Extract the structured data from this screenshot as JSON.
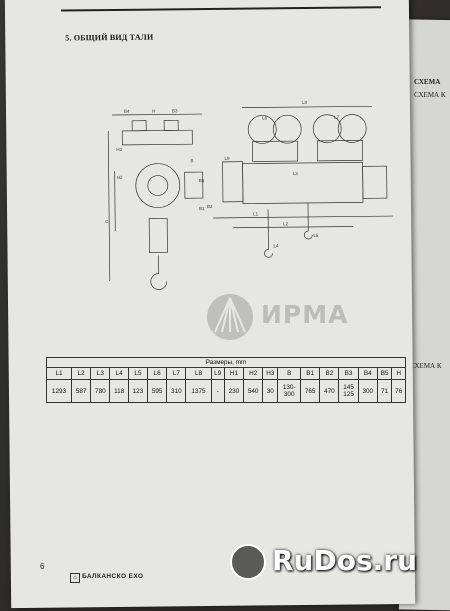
{
  "section": {
    "title": "5.  ОБЩИЙ ВИД ТАЛИ"
  },
  "drawing_labels": [
    "B4",
    "B3",
    "H",
    "B",
    "L8",
    "L6",
    "L7",
    "L9",
    "L3",
    "L1",
    "L2",
    "L5",
    "L4",
    "H3",
    "H2",
    "C",
    "B1",
    "B2",
    "B5"
  ],
  "logo": {
    "text": "ИРМА"
  },
  "table": {
    "caption": "Размеры, mm",
    "headers": [
      "L1",
      "L2",
      "L3",
      "L4",
      "L5",
      "L6",
      "L7",
      "L8",
      "L9",
      "H1",
      "H2",
      "H3",
      "B",
      "B1",
      "B2",
      "B3",
      "B4",
      "B5",
      "H"
    ],
    "values": [
      "1293",
      "587",
      "780",
      "118",
      "123",
      "595",
      "310",
      "1375",
      "-",
      "230",
      "540",
      "30",
      "130-\n300",
      "765",
      "470",
      "145\n125",
      "300",
      "71",
      "76"
    ]
  },
  "footer": {
    "page_number": "6",
    "brand": "БАЛКАНСКО ЕХО"
  },
  "right_page": {
    "schema_1": "СХЕМА",
    "schema_2": "СХЕМА К",
    "schema_3": "СХЕМА К"
  },
  "watermark": {
    "text": "RuDos.ru"
  }
}
